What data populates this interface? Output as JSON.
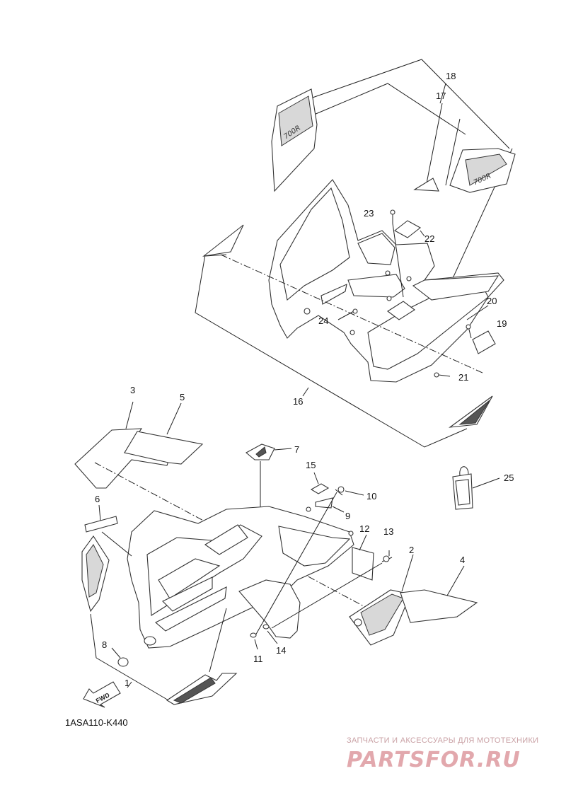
{
  "diagram": {
    "code": "1ASA110-K440",
    "fwd_label": "FWD",
    "callouts": {
      "c1": "1",
      "c2": "2",
      "c3": "3",
      "c4": "4",
      "c5": "5",
      "c6": "6",
      "c7": "7",
      "c8": "8",
      "c9": "9",
      "c10": "10",
      "c11": "11",
      "c12": "12",
      "c13": "13",
      "c14": "14",
      "c15": "15",
      "c16": "16",
      "c17": "17",
      "c18": "18",
      "c19": "19",
      "c20": "20",
      "c21": "21",
      "c22": "22",
      "c23": "23",
      "c24": "24",
      "c25": "25"
    }
  },
  "watermark": {
    "tagline": "ЗАПЧАСТИ И АКСЕССУАРЫ ДЛЯ МОТОТЕХНИКИ",
    "brand": "PARTSFOR.RU"
  },
  "colors": {
    "line": "#222222",
    "watermark": "#e2a8ad"
  }
}
